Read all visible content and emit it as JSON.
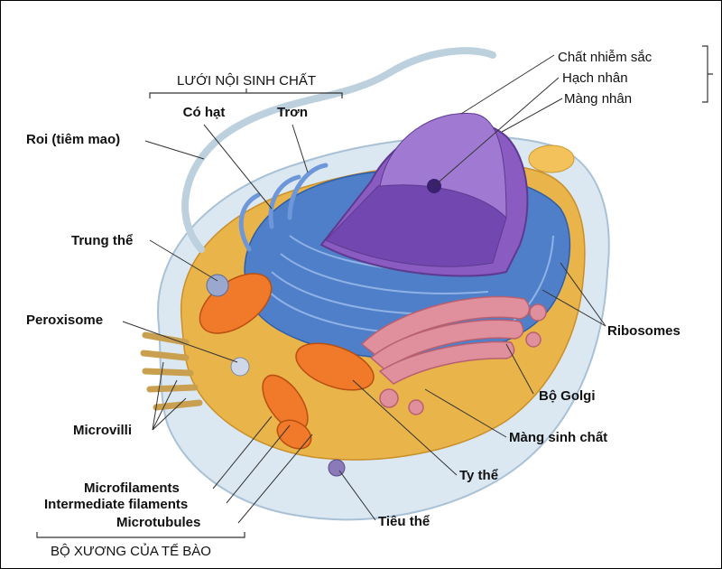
{
  "diagram": {
    "labels": {
      "er_title": "LƯỚI NỘI SINH CHẤT",
      "rough": "Có hạt",
      "smooth": "Trơn",
      "flagellum": "Roi (tiêm mao)",
      "centrosome": "Trung thể",
      "peroxisome": "Peroxisome",
      "microvilli": "Microvilli",
      "microfilaments": "Microfilaments",
      "intermediate": "Intermediate filaments",
      "microtubules": "Microtubules",
      "cytoskeleton": "BỘ XƯƠNG CỦA TẾ BÀO",
      "lysosome": "Tiêu thể",
      "mitochondria": "Ty thể",
      "membrane": "Màng sinh chất",
      "golgi": "Bộ Golgi",
      "ribosomes": "Ribosomes",
      "chromatin": "Chất nhiễm sắc",
      "nucleolus": "Hạch nhân",
      "nuclear_membrane": "Màng nhân"
    },
    "colors": {
      "membrane": "#dbe8f2",
      "cytoplasm": "#e9b44a",
      "er": "#4f7fc8",
      "nucleus": "#8a5bc0",
      "golgi": "#e08f9c",
      "mitochondria": "#f07a2a"
    }
  }
}
